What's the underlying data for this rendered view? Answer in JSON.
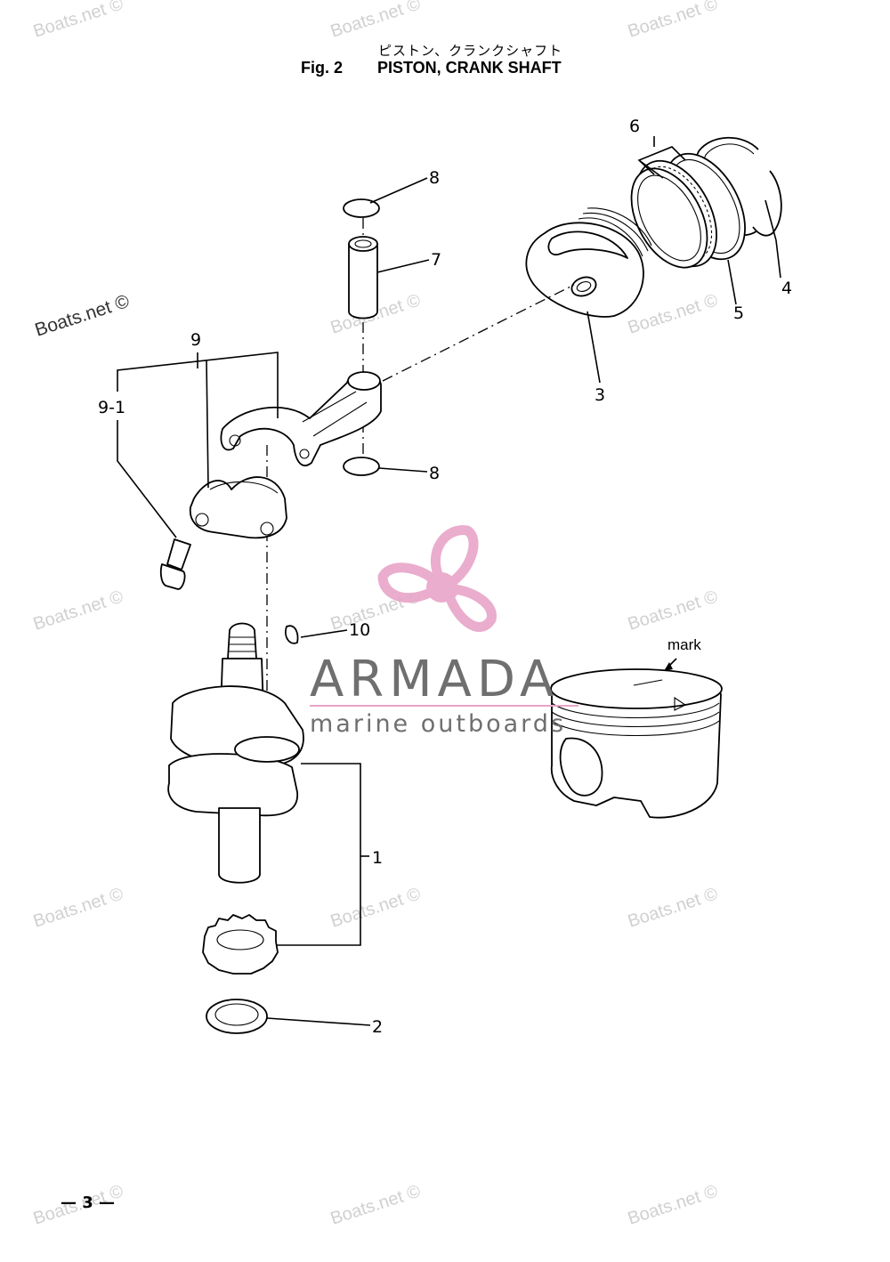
{
  "header": {
    "title_jp": "ピストン、クランクシャフト",
    "fig_label": "Fig. 2",
    "title_en": "PISTON, CRANK SHAFT"
  },
  "callouts": {
    "c1": "1",
    "c2": "2",
    "c3": "3",
    "c4": "4",
    "c5": "5",
    "c6": "6",
    "c7": "7",
    "c8_top": "8",
    "c8_bottom": "8",
    "c9": "9",
    "c9_1": "9-1",
    "c10": "10",
    "mark": "mark"
  },
  "watermark": {
    "text": "Boats.net ©"
  },
  "brand_overlay": {
    "name": "ARMADA",
    "tagline": "marine outboards",
    "accent_color": "#e8a5c8"
  },
  "footer": {
    "page_number": "— 3 —"
  }
}
